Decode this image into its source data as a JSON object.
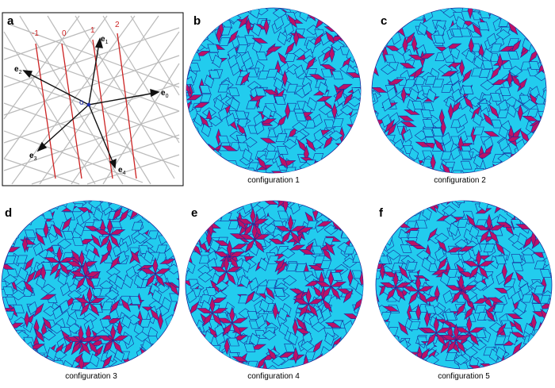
{
  "panels": {
    "a": {
      "letter": "a",
      "line_labels": [
        "-1",
        "0",
        "1",
        "2"
      ],
      "vector_labels": [
        {
          "base": "e",
          "sub": "0"
        },
        {
          "base": "e",
          "sub": "1"
        },
        {
          "base": "e",
          "sub": "2"
        },
        {
          "base": "e",
          "sub": "3"
        },
        {
          "base": "e",
          "sub": "4"
        }
      ],
      "origin_label": "o"
    },
    "b": {
      "letter": "b",
      "caption": "configuration 1"
    },
    "c": {
      "letter": "c",
      "caption": "configuration 2"
    },
    "d": {
      "letter": "d",
      "caption": "configuration 3"
    },
    "e": {
      "letter": "e",
      "caption": "configuration 4"
    },
    "f": {
      "letter": "f",
      "caption": "configuration 5"
    }
  },
  "colors": {
    "thick_rhombus": "#22ccee",
    "thin_rhombus": "#bb1166",
    "edge": "#1a2a9a",
    "grid_line": "#bbbbbb",
    "red_line": "#cc2222",
    "vector": "#111111"
  }
}
